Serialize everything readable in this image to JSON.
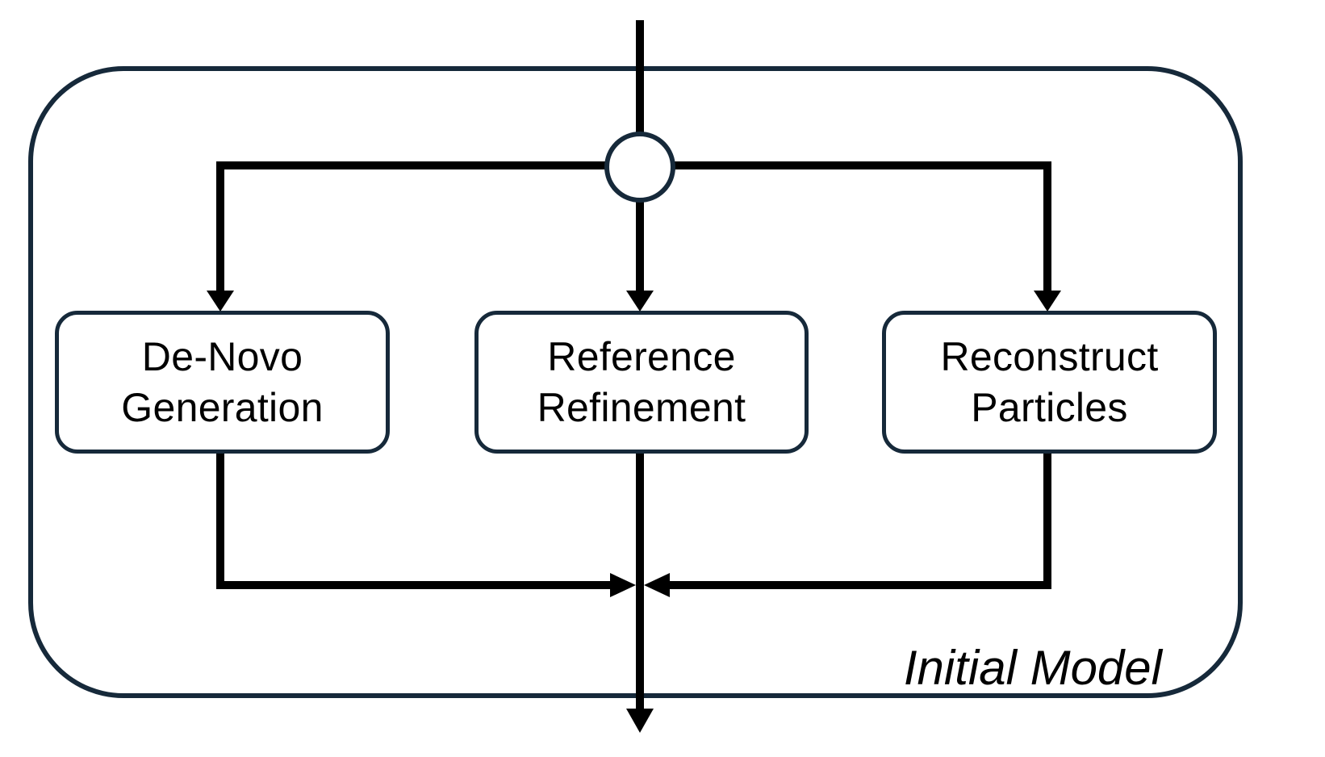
{
  "diagram": {
    "group_label": "Initial Model",
    "nodes": [
      {
        "id": "de-novo-generation",
        "label": "De-Novo\nGeneration"
      },
      {
        "id": "reference-refinement",
        "label": "Reference\nRefinement"
      },
      {
        "id": "reconstruct-particles",
        "label": "Reconstruct\nParticles"
      }
    ],
    "edges": [
      {
        "from": "entry-top",
        "to": "junction-circle"
      },
      {
        "from": "junction-circle",
        "to": "de-novo-generation"
      },
      {
        "from": "junction-circle",
        "to": "reference-refinement"
      },
      {
        "from": "junction-circle",
        "to": "reconstruct-particles"
      },
      {
        "from": "de-novo-generation",
        "to": "merge-point"
      },
      {
        "from": "reference-refinement",
        "to": "merge-point"
      },
      {
        "from": "reconstruct-particles",
        "to": "merge-point"
      },
      {
        "from": "merge-point",
        "to": "exit-bottom"
      }
    ],
    "colors": {
      "outline_navy": "#16293a",
      "connector_black": "#000000",
      "node_fill": "#ffffff",
      "background": "#ffffff",
      "text": "#000000"
    }
  }
}
